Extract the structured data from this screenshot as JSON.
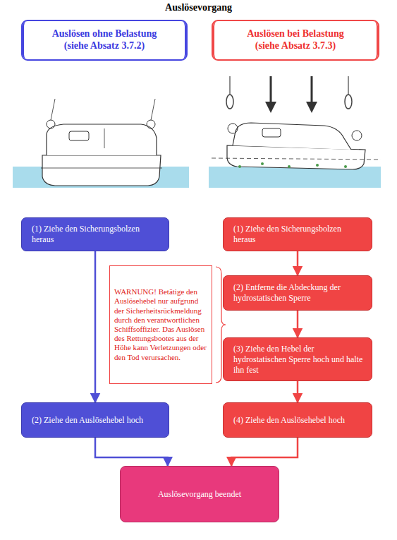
{
  "diagram": {
    "title": "Auslösevorgang",
    "nodes": [
      {
        "text": [
          "Auslösen ohne Belastung",
          "(siehe Absatz 3.7.2)"
        ]
      },
      {
        "text": [
          "Auslösen bei Belastung",
          "(siehe Absatz 3.7.3)"
        ]
      },
      {
        "text": [
          "(1) Ziehe den Sicherungsbolzen heraus"
        ]
      },
      {
        "text": [
          "(1) Ziehe den Sicherungsbolzen heraus"
        ]
      },
      {
        "text": [
          "WARNUNG! Betätige den Auslösehebel nur aufgrund der Sicherheitsrückmeldung durch den verantwortlichen Schiffsoffizier. Das Auslösen des Rettungsbootes aus der Höhe kann Verletzungen oder den Tod verursachen."
        ]
      },
      {
        "text": [
          "(2) Entferne die Abdeckung der hydrostatischen Sperre"
        ]
      },
      {
        "text": [
          "(3) Ziehe den Hebel der hydrostatischen Sperre hoch und halte ihn fest"
        ]
      },
      {
        "text": [
          "(2) Ziehe den Auslösehebel hoch"
        ]
      },
      {
        "text": [
          "(4) Ziehe den Auslösehebel hoch"
        ]
      },
      {
        "text": [
          "Auslösevorgang beendet"
        ]
      }
    ],
    "edges": [
      {
        "from": 2,
        "to": 7,
        "arrow": "to"
      },
      {
        "from": 7,
        "to": 9,
        "arrow": "to"
      },
      {
        "from": 3,
        "to": 5,
        "arrow": "to"
      },
      {
        "from": 5,
        "to": 6,
        "arrow": "to"
      },
      {
        "from": 6,
        "to": 8,
        "arrow": "to"
      },
      {
        "from": 8,
        "to": 9,
        "arrow": "to"
      }
    ]
  }
}
